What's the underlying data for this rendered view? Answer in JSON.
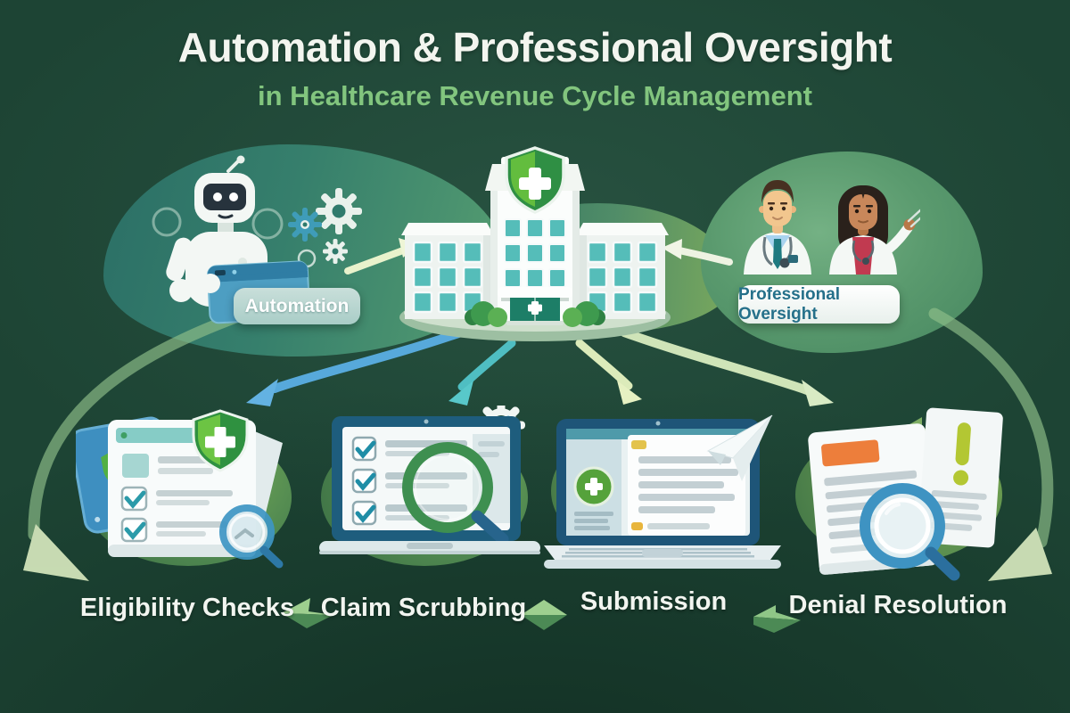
{
  "header": {
    "title": "Automation & Professional Oversight",
    "subtitle": "in Healthcare Revenue Cycle Management"
  },
  "actors": {
    "automation": {
      "label": "Automation",
      "icon": "robot-icon"
    },
    "professional_oversight": {
      "label": "Professional Oversight",
      "icon": "doctors-icon"
    }
  },
  "hub": {
    "name": "hospital",
    "icon": "hospital-building-shield-cross-icon"
  },
  "stages": [
    {
      "label": "Eligibility Checks",
      "icon": "document-shield-magnifier-icon"
    },
    {
      "label": "Claim Scrubbing",
      "icon": "laptop-checklist-magnifier-icon"
    },
    {
      "label": "Submission",
      "icon": "laptop-paper-plane-icon"
    },
    {
      "label": "Denial Resolution",
      "icon": "documents-alert-magnifier-icon"
    }
  ],
  "colors": {
    "background": "#1d4434",
    "title_text": "#f3f5ef",
    "subtitle_text": "#82c57e",
    "automation_pill_bg": "#b7d8d3",
    "automation_pill_text": "#ffffff",
    "oversight_pill_bg": "#f4f8f6",
    "oversight_pill_text": "#25708a",
    "arrow_blue": "#57a9db",
    "arrow_teal": "#53c4c6",
    "arrow_pale_yellow_green": "#e6f1c2",
    "arrow_pale_green": "#d8ebc4",
    "side_arrow_green": "#cfe6b0",
    "stage_blob_green": "#4f8750",
    "shield_green": "#2f9140",
    "shield_green_light": "#6cc443",
    "laptop_frame_blue": "#1e5d7d",
    "magnifier_ring_blue": "#3e96c4",
    "magnifier_ring_green": "#3e8f50",
    "alert_orange": "#ed7e3b",
    "alert_yellow_green": "#b3c733"
  }
}
